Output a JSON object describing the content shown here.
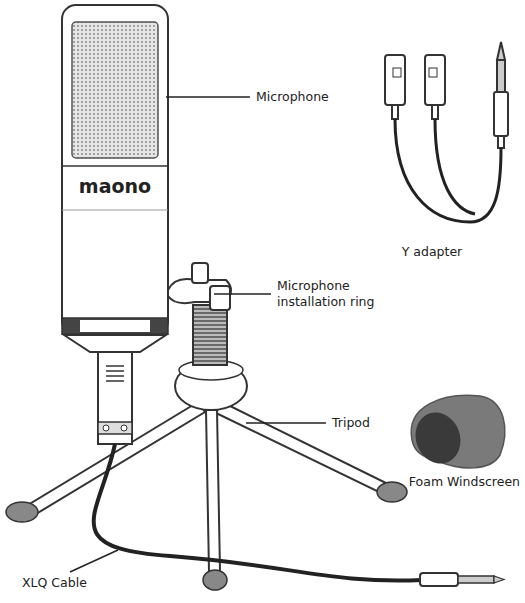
{
  "diagram": {
    "labels": [
      "maono",
      "Microphone",
      "Y adapter",
      "Microphone installation ring",
      "Tripod",
      "Foam Windscreen",
      "XLQ Cable"
    ]
  }
}
